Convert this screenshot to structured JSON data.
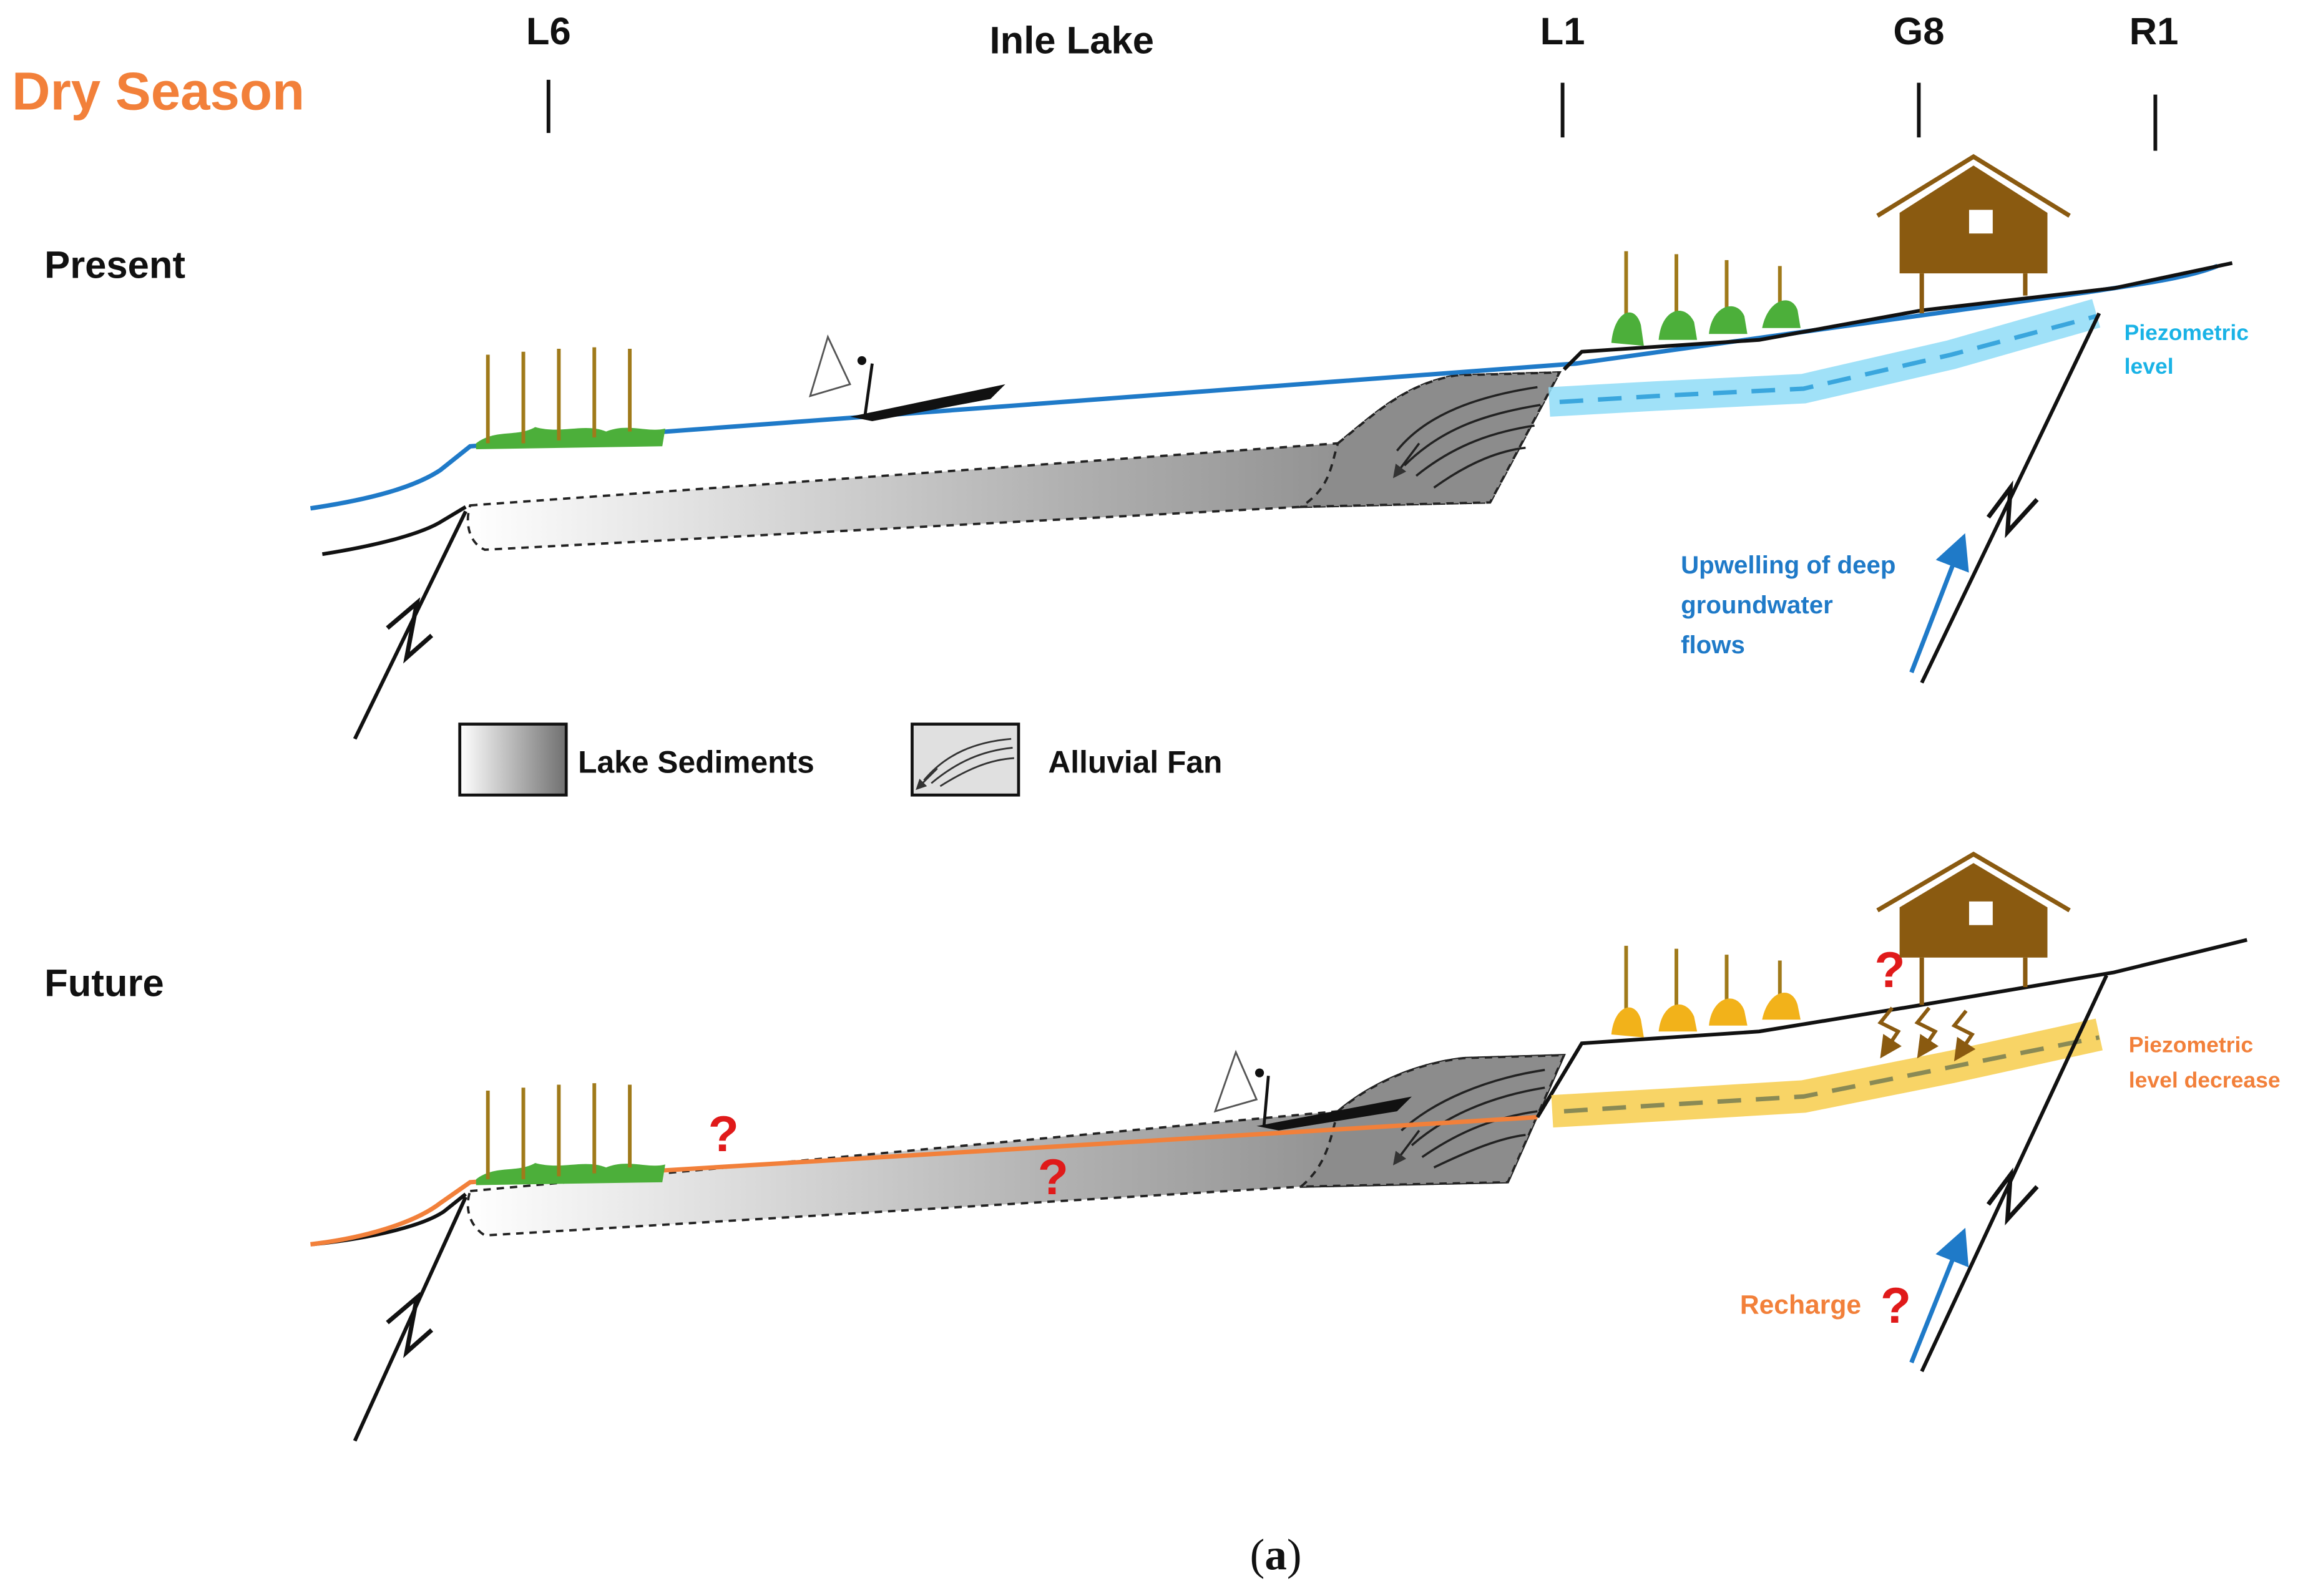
{
  "season_title": "Dry Season",
  "stations": {
    "l6": "L6",
    "lake": "Inle Lake",
    "l1": "L1",
    "g8": "G8",
    "r1": "R1"
  },
  "panels": {
    "present": {
      "title": "Present",
      "piezometric_label": [
        "Piezometric",
        "level"
      ],
      "upwelling_label": [
        "Upwelling of deep",
        "groundwater",
        "flows"
      ]
    },
    "future": {
      "title": "Future",
      "piezometric_label": [
        "Piezometric",
        "level decrease"
      ],
      "recharge_label": "Recharge",
      "question_mark": "?"
    }
  },
  "legend": {
    "lake_sediments": "Lake Sediments",
    "alluvial_fan": "Alluvial Fan"
  },
  "caption": {
    "open": "(",
    "letter": "a",
    "close": ")"
  },
  "colors": {
    "season_orange": "#f2803a",
    "present_water": "#1f7ac8",
    "present_piezo_band": "#8fdcf7",
    "present_piezo_dash": "#3aa6dd",
    "present_piezo_text": "#1ab3e6",
    "future_water": "#f2803a",
    "future_piezo_band": "#f7cf55",
    "future_piezo_dash": "#8a8a55",
    "house": "#8a5a10",
    "grass": "#4caf3a",
    "crop_future": "#f2b21a",
    "question": "#e01a1a",
    "stake": "#a07a1a"
  }
}
